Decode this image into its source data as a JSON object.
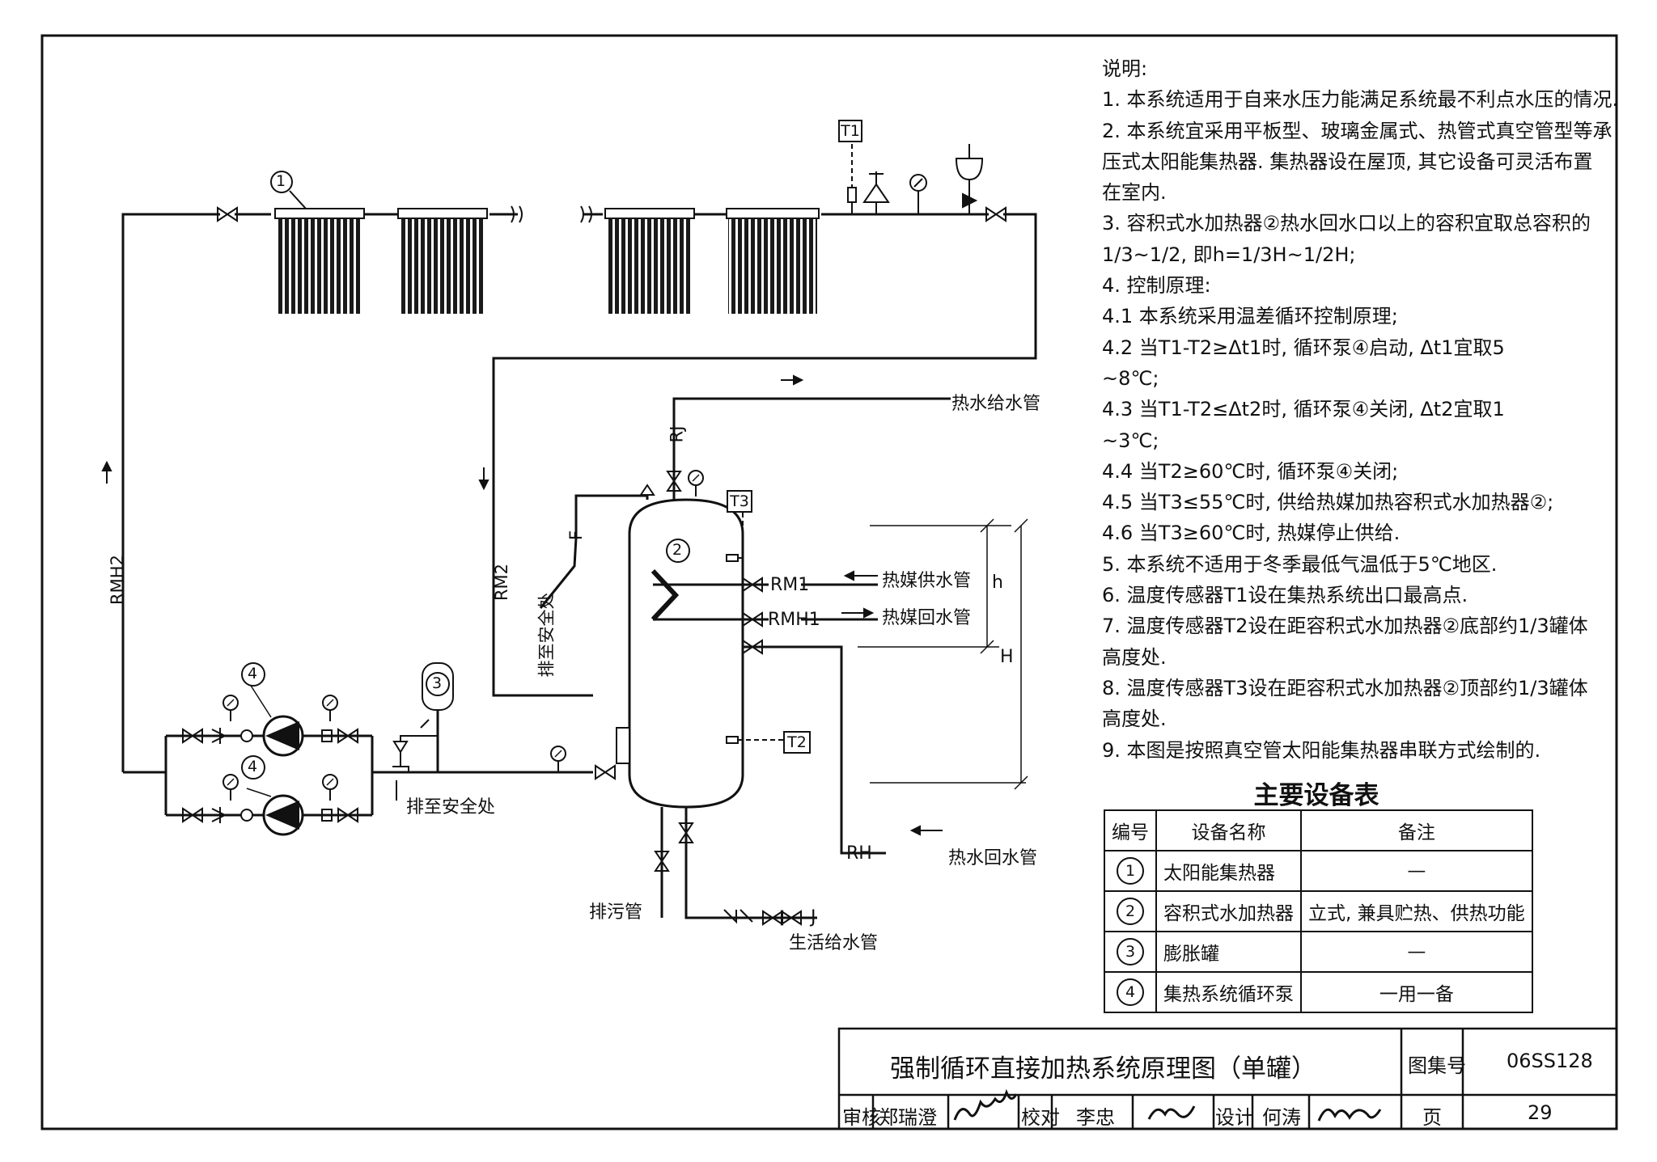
{
  "notes": {
    "heading": "说明:",
    "lines": [
      "1. 本系统适用于自来水压力能满足系统最不利点水压的情况.",
      "2. 本系统宜采用平板型、玻璃金属式、热管式真空管型等承",
      "压式太阳能集热器. 集热器设在屋顶, 其它设备可灵活布置",
      "在室内.",
      "3. 容积式水加热器②热水回水口以上的容积宜取总容积的",
      "1/3~1/2, 即h=1/3H~1/2H;",
      "4. 控制原理:",
      "4.1 本系统采用温差循环控制原理;",
      "4.2 当T1-T2≥Δt1时, 循环泵④启动, Δt1宜取5",
      "~8℃;",
      "4.3 当T1-T2≤Δt2时, 循环泵④关闭, Δt2宜取1",
      "~3℃;",
      "4.4 当T2≥60℃时, 循环泵④关闭;",
      "4.5 当T3≤55℃时, 供给热媒加热容积式水加热器②;",
      "4.6 当T3≥60℃时, 热媒停止供给.",
      "5. 本系统不适用于冬季最低气温低于5℃地区.",
      "6. 温度传感器T1设在集热系统出口最高点.",
      "7. 温度传感器T2设在距容积式水加热器②底部约1/3罐体",
      "高度处.",
      "8. 温度传感器T3设在距容积式水加热器②顶部约1/3罐体",
      "高度处.",
      "9. 本图是按照真空管太阳能集热器串联方式绘制的."
    ]
  },
  "equipment": {
    "title": "主要设备表",
    "headers": [
      "编号",
      "设备名称",
      "备注"
    ],
    "rows": [
      {
        "no": "1",
        "name": "太阳能集热器",
        "remark": "—"
      },
      {
        "no": "2",
        "name": "容积式水加热器",
        "remark": "立式, 兼具贮热、供热功能"
      },
      {
        "no": "3",
        "name": "膨胀罐",
        "remark": "—"
      },
      {
        "no": "4",
        "name": "集热系统循环泵",
        "remark": "一用一备"
      }
    ]
  },
  "diagram": {
    "sensors": {
      "t1": "T1",
      "t2": "T2",
      "t3": "T3"
    },
    "equipment_markers": {
      "collector": "1",
      "heater": "2",
      "expansion_tank": "3",
      "pump_a": "4",
      "pump_b": "4"
    },
    "pipe_codes": {
      "rmh2": "RMH2",
      "rm2": "RM2",
      "rm1": "RM1",
      "rmh1": "RMH1",
      "rh": "RH",
      "rj": "RJ",
      "f": "F",
      "j": "J"
    },
    "pipe_names": {
      "hot_supply": "热水给水管",
      "hm_supply": "热媒供水管",
      "hm_return": "热媒回水管",
      "hot_return": "热水回水管",
      "drain": "排污管",
      "cold_supply": "生活给水管",
      "to_safe_a": "排至安全处",
      "to_safe_b": "排至安全处"
    },
    "dims": {
      "h": "h",
      "H": "H"
    }
  },
  "title_block": {
    "title": "强制循环直接加热系统原理图（单罐）",
    "atlas_label": "图集号",
    "atlas_no": "06SS128",
    "review_label": "审核",
    "reviewer": "郑瑞澄",
    "check_label": "校对",
    "checker": "李忠",
    "design_label": "设计",
    "designer": "何涛",
    "page_label": "页",
    "page_no": "29"
  }
}
